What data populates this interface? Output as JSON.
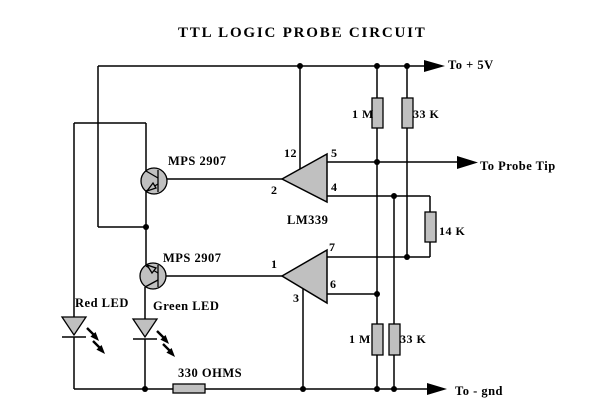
{
  "title": "TTL LOGIC PROBE CIRCUIT",
  "ic": {
    "part_label": "LM339",
    "comparator_top": {
      "pin_power": "12",
      "pin_output": "2",
      "pin_in_plus": "5",
      "pin_in_minus": "4"
    },
    "comparator_bottom": {
      "pin_in_plus": "7",
      "pin_in_minus": "6",
      "pin_output": "1",
      "pin_power": "3"
    }
  },
  "transistors": {
    "top_label": "MPS 2907",
    "bottom_label": "MPS 2907"
  },
  "leds": {
    "red_label": "Red LED",
    "green_label": "Green LED"
  },
  "resistors": {
    "pullup_1m": "1 M",
    "pullup_33k": "33 K",
    "mid_14k": "14 K",
    "pulldown_1m": "1 M",
    "pulldown_33k": "33 K",
    "led_330": "330 OHMS"
  },
  "terminals": {
    "power": "To + 5V",
    "probe": "To Probe Tip",
    "ground": "To - gnd"
  },
  "colors": {
    "component_fill": "#c0c0c0",
    "line": "#000000",
    "background": "#ffffff"
  }
}
